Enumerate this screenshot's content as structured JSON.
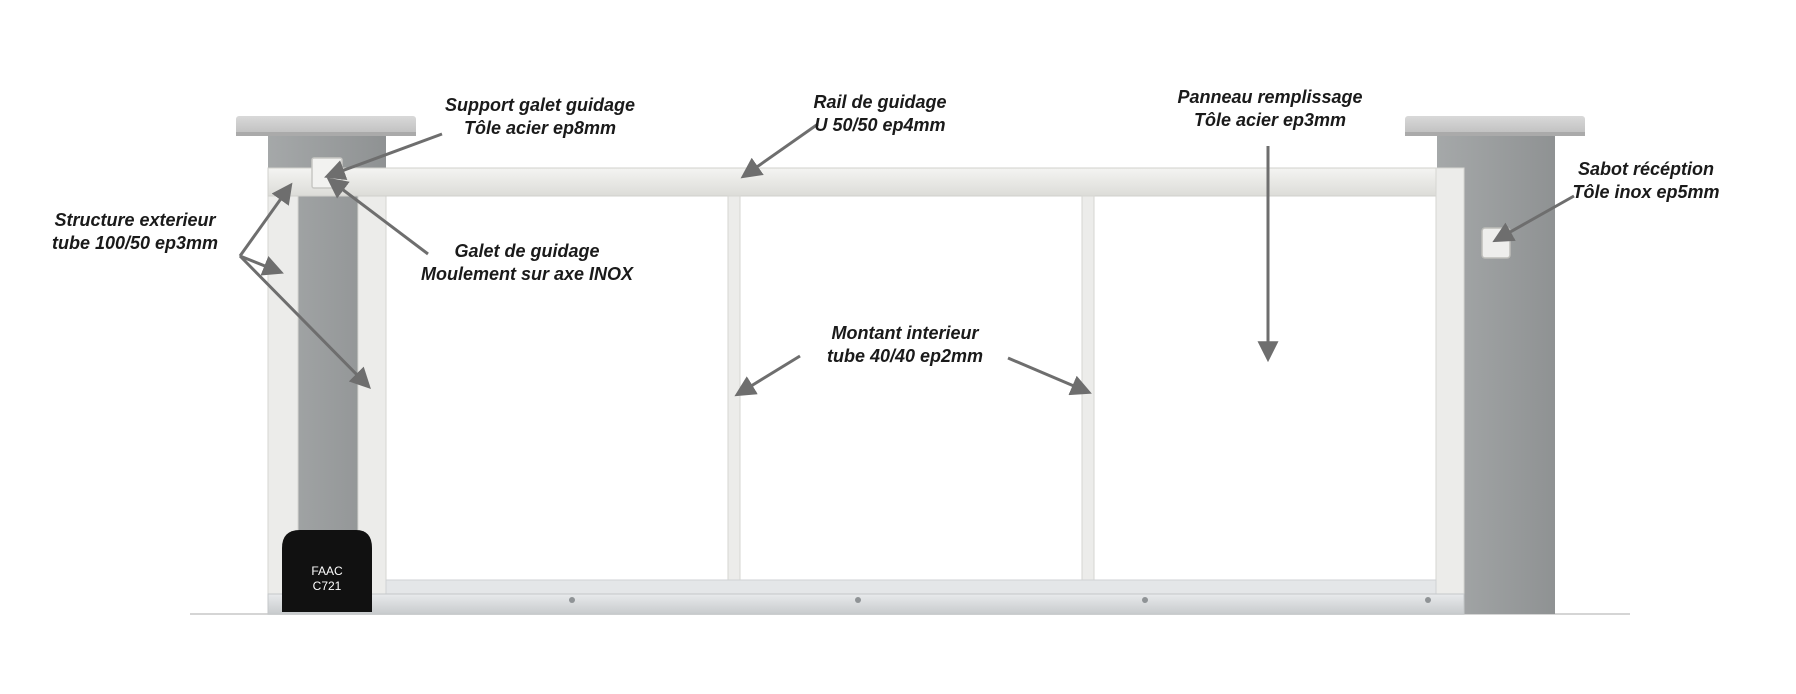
{
  "labels": {
    "support_galet": {
      "line1": "Support galet guidage",
      "line2": "Tôle acier ep8mm"
    },
    "rail": {
      "line1": "Rail de guidage",
      "line2": "U 50/50 ep4mm"
    },
    "panneau": {
      "line1": "Panneau remplissage",
      "line2": "Tôle acier ep3mm"
    },
    "sabot": {
      "line1": "Sabot récéption",
      "line2": "Tôle inox ep5mm"
    },
    "structure": {
      "line1": "Structure exterieur",
      "line2": "tube 100/50 ep3mm"
    },
    "galet": {
      "line1": "Galet de guidage",
      "line2": "Moulement sur axe INOX"
    },
    "montant": {
      "line1": "Montant interieur",
      "line2": "tube 40/40 ep2mm"
    }
  },
  "motor": {
    "line1": "FAAC",
    "line2": "C721"
  },
  "colors": {
    "pillar": "#9a9d9e",
    "frame": "#ecece8",
    "arrow": "#6e6e6e",
    "motor": "#111111",
    "text": "#1a1a1a"
  }
}
